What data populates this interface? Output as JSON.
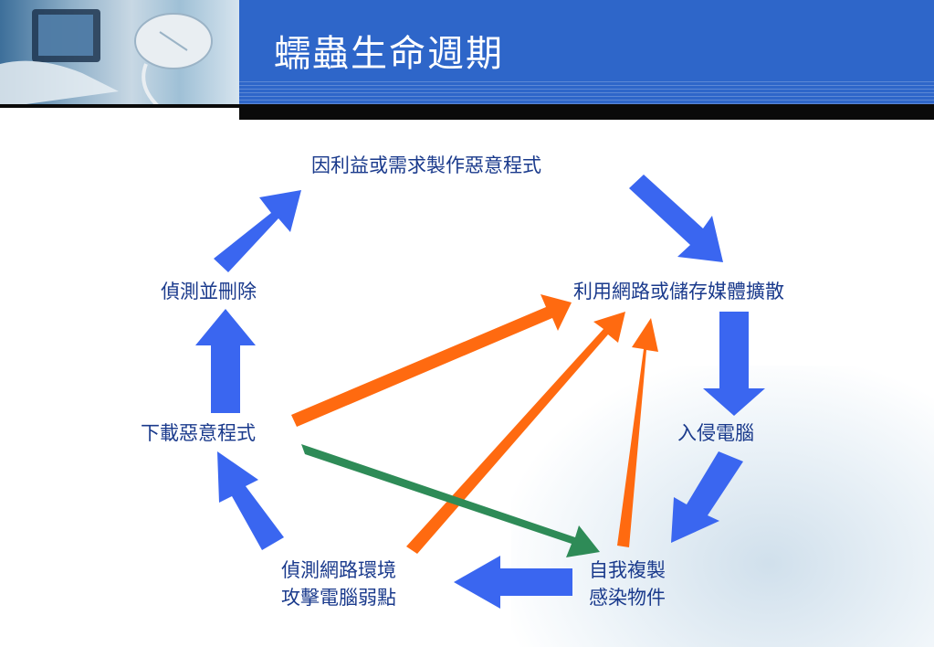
{
  "title": "蠕蟲生命週期",
  "colors": {
    "title_bar": "#2e66c9",
    "node_text": "#1a3a8c",
    "arrow_blue": "#3a66f0",
    "arrow_orange": "#ff6a10",
    "arrow_green": "#2e8b57"
  },
  "nodes": {
    "create": "因利益或需求製作惡意程式",
    "spread": "利用網路或儲存媒體擴散",
    "invade": "入侵電腦",
    "replicate_line1": "自我複製",
    "replicate_line2": "感染物件",
    "scan_line1": "偵測網路環境",
    "scan_line2": "攻擊電腦弱點",
    "download": "下載惡意程式",
    "delete": "偵測並刪除"
  }
}
